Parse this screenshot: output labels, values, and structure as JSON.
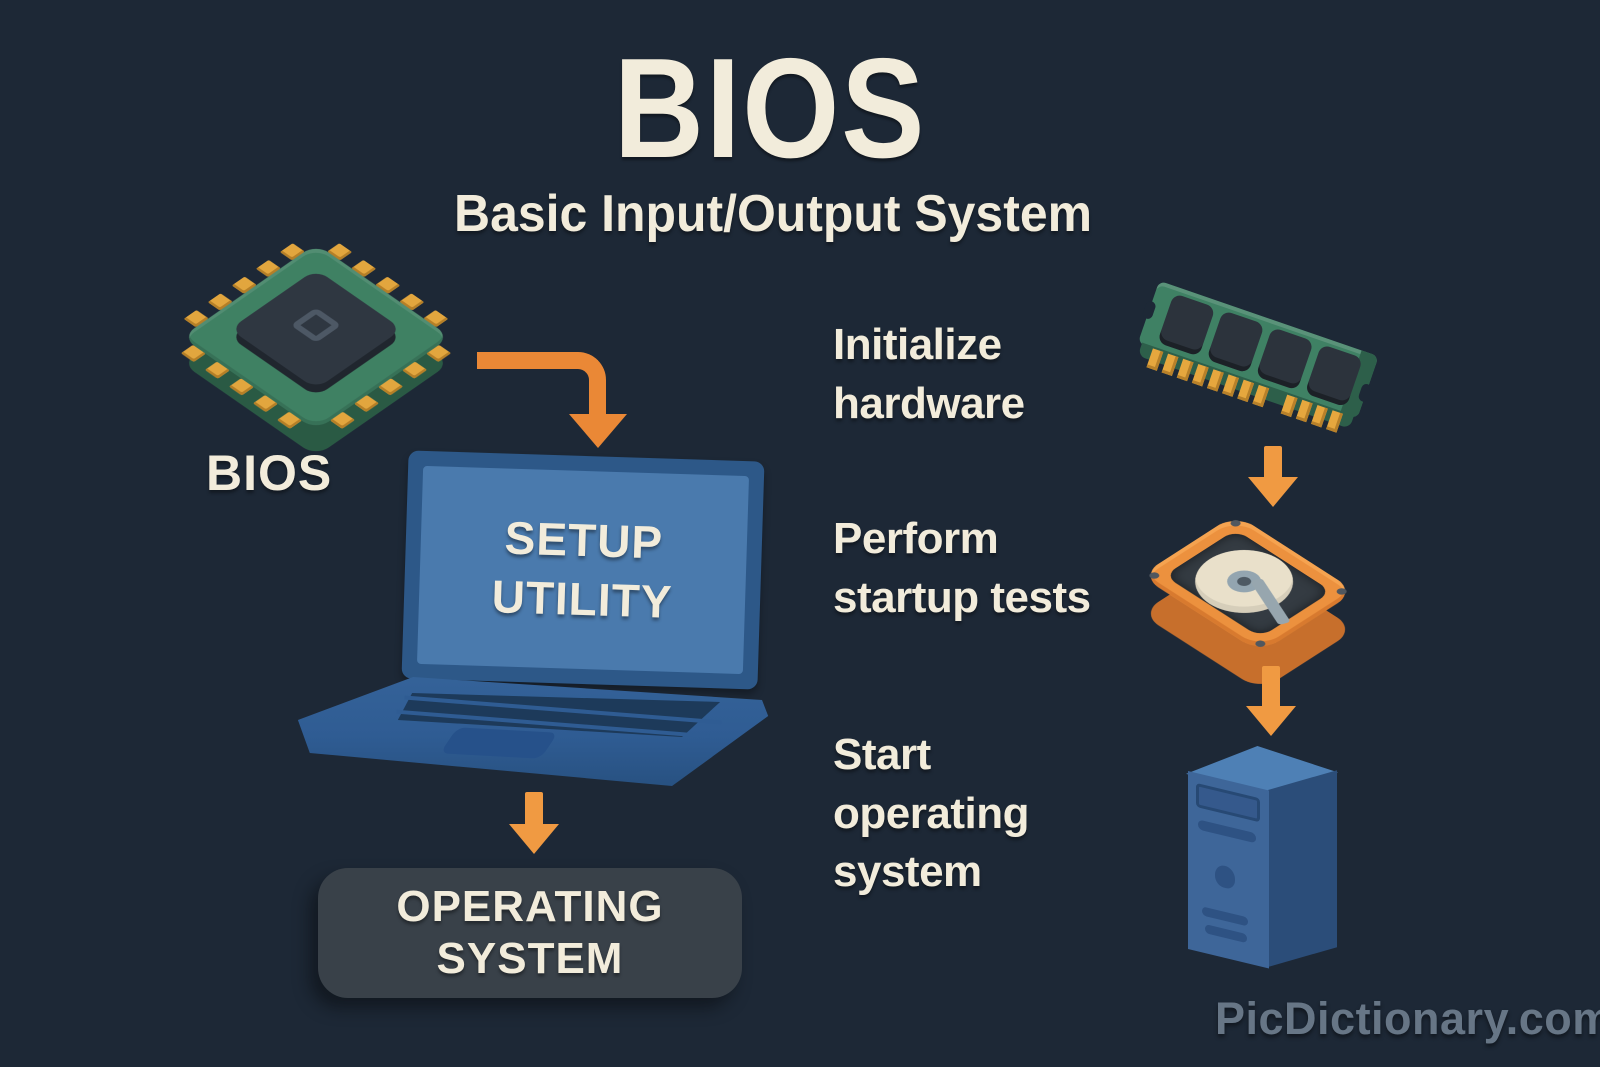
{
  "header": {
    "title": "BIOS",
    "subtitle": "Basic Input/Output System"
  },
  "left_flow": {
    "chip_label": "BIOS",
    "laptop_screen_text": "SETUP\nUTILITY",
    "os_box_text": "OPERATING\nSYSTEM"
  },
  "right_flow": {
    "steps": [
      {
        "label": "Initialize\nhardware",
        "icon": "ram-module-icon"
      },
      {
        "label": "Perform\nstartup tests",
        "icon": "hard-drive-icon"
      },
      {
        "label": "Start\noperating\nsystem",
        "icon": "computer-tower-icon"
      }
    ]
  },
  "watermark": "PicDictionary.com",
  "colors": {
    "background": "#1d2836",
    "cream_text": "#f2ecdb",
    "arrow_orange": "#f09a42",
    "chip_green": "#3f8163",
    "pin_gold": "#e2a63e",
    "laptop_blue": "#2f5c93",
    "screen_blue": "#4a7aad",
    "hdd_orange": "#ec913e",
    "tower_blue": "#3e6699",
    "os_box_gray": "#394149",
    "watermark_gray": "#677686"
  }
}
